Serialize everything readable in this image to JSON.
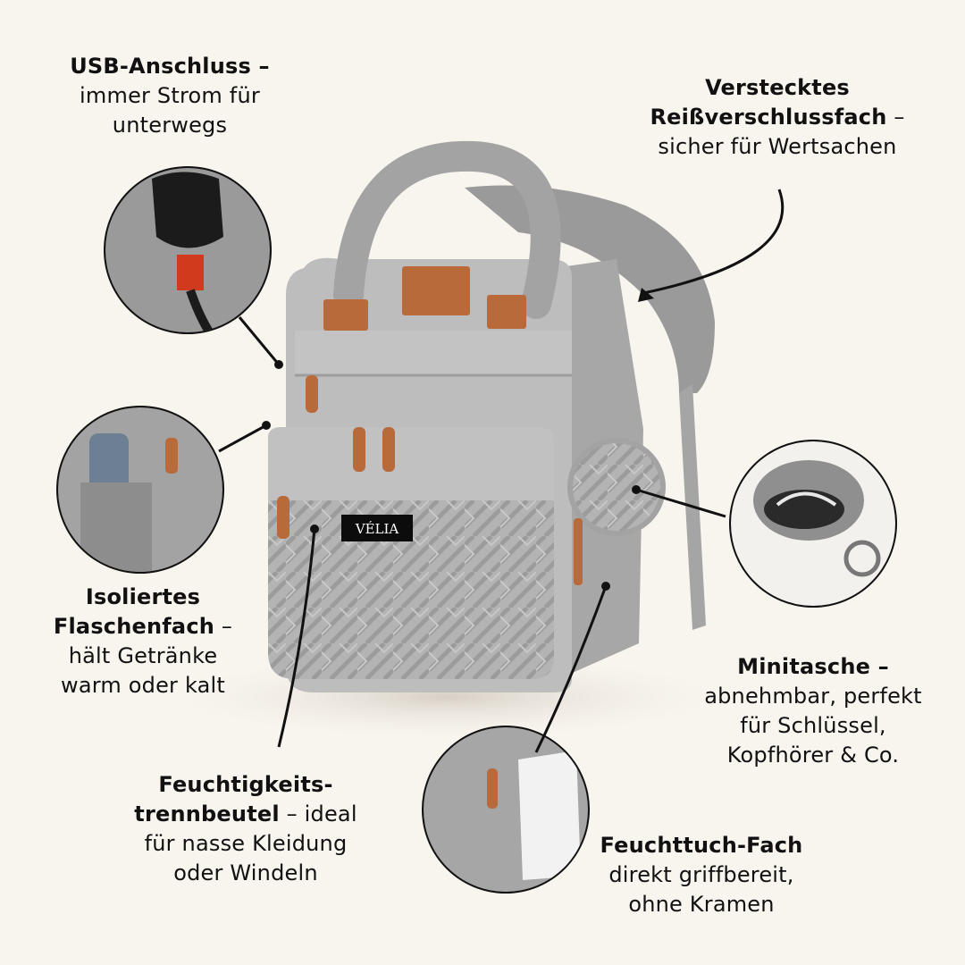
{
  "callouts": {
    "usb": {
      "title": "USB-Anschluss",
      "dash": " –",
      "line1": "immer Strom für",
      "line2": "unterwegs"
    },
    "zip": {
      "title1": "Verstecktes",
      "title2": "Reißverschlussfach",
      "dash": " –",
      "line1": "sicher für Wertsachen"
    },
    "bottle": {
      "title1": "Isoliertes",
      "title2": "Flaschenfach",
      "dash": " –",
      "line1": "hält Getränke",
      "line2": "warm oder kalt"
    },
    "mini": {
      "title": "Minitasche",
      "dash": " –",
      "line1": "abnehmbar, perfekt",
      "line2": "für Schlüssel,",
      "line3": "Kopfhörer & Co."
    },
    "wet": {
      "title1": "Feuchtigkeits-",
      "title2": "trennbeutel",
      "rest": " – ideal",
      "line1": "für nasse Kleidung",
      "line2": "oder Windeln"
    },
    "wipes": {
      "title": "Feuchttuch-Fach",
      "line1": "direkt griffbereit,",
      "line2": "ohne Kramen"
    }
  },
  "brand": {
    "logo": "VÉLIA"
  },
  "colors": {
    "background": "#f8f4ee",
    "fabric": "#b9b9b9",
    "leather": "#b86a3a",
    "text": "#111111"
  }
}
